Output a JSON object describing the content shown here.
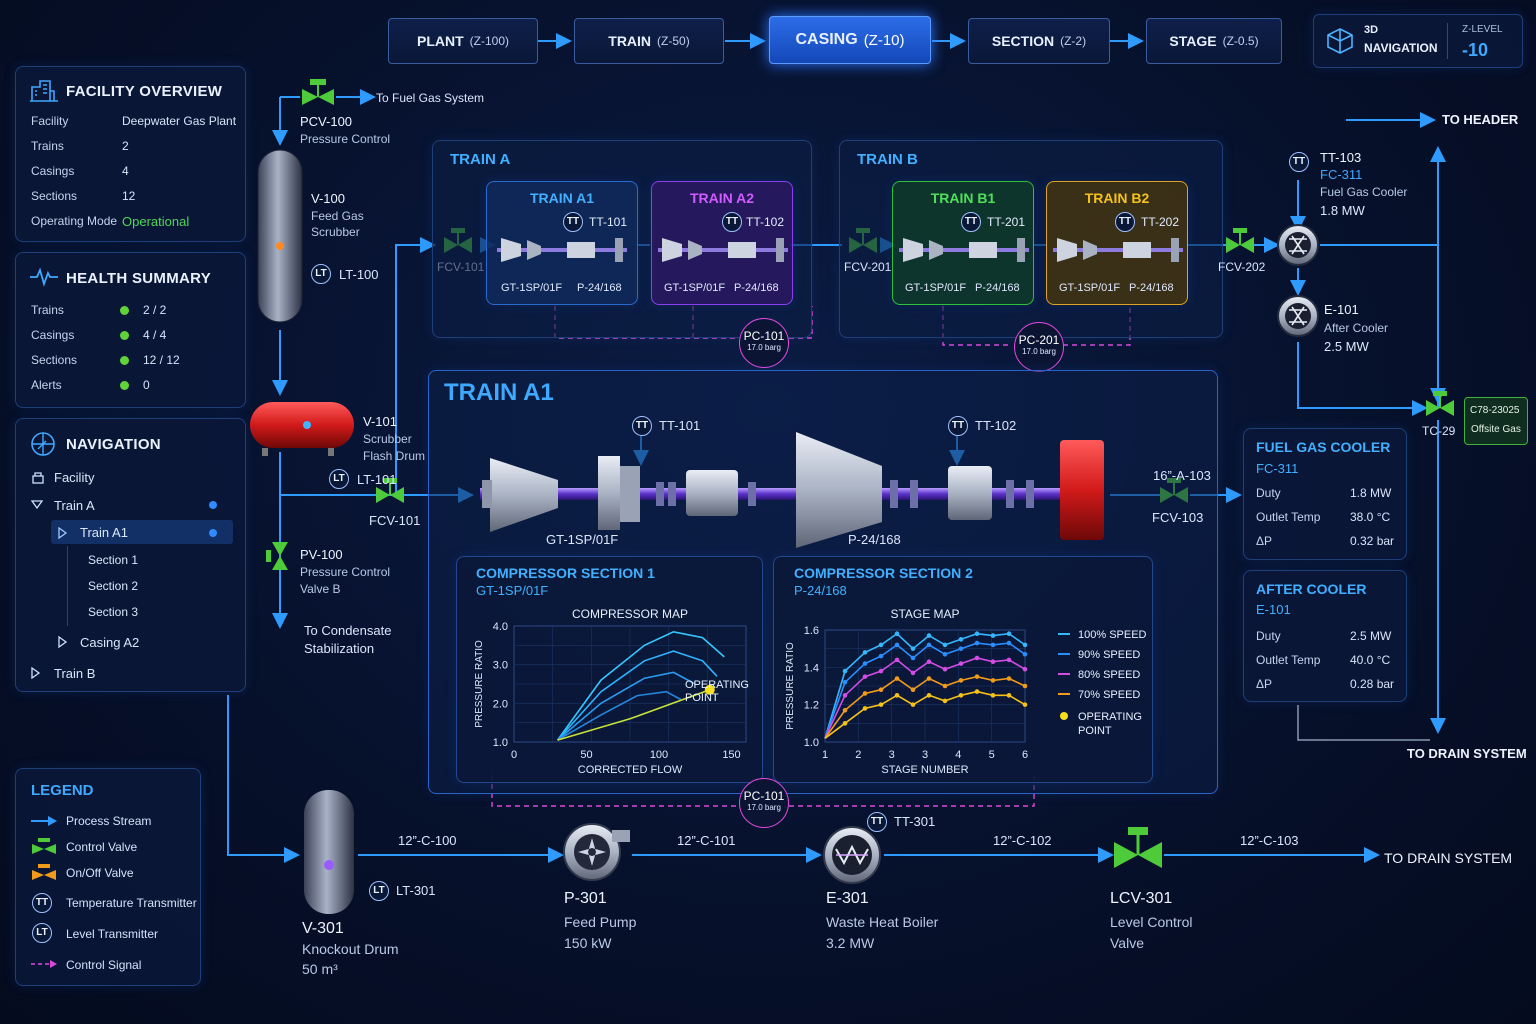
{
  "breadcrumb": [
    {
      "label": "PLANT",
      "z": "(Z-100)"
    },
    {
      "label": "TRAIN",
      "z": "(Z-50)"
    },
    {
      "label": "CASING",
      "z": "(Z-10)"
    },
    {
      "label": "SECTION",
      "z": "(Z-2)"
    },
    {
      "label": "STAGE",
      "z": "(Z-0.5)"
    }
  ],
  "nav3d": {
    "line1": "3D",
    "line2": "NAVIGATION",
    "zlabel": "Z-LEVEL",
    "zvalue": "-10"
  },
  "facility": {
    "title": "FACILITY OVERVIEW",
    "rows": [
      {
        "k": "Facility",
        "v": "Deepwater Gas Plant"
      },
      {
        "k": "Trains",
        "v": "2"
      },
      {
        "k": "Casings",
        "v": "4"
      },
      {
        "k": "Sections",
        "v": "12"
      },
      {
        "k": "Operating Mode",
        "v": "Operational"
      }
    ]
  },
  "health": {
    "title": "HEALTH SUMMARY",
    "rows": [
      {
        "k": "Trains",
        "v": "2 / 2"
      },
      {
        "k": "Casings",
        "v": "4 / 4"
      },
      {
        "k": "Sections",
        "v": "12 / 12"
      },
      {
        "k": "Alerts",
        "v": "0"
      }
    ]
  },
  "navigation": {
    "title": "NAVIGATION",
    "items": [
      "Facility",
      "Train A",
      "Train A1",
      "Section 1",
      "Section 2",
      "Section 3",
      "Casing A2",
      "Train B"
    ]
  },
  "legend": {
    "title": "LEGEND",
    "items": [
      "Process Stream",
      "Control Valve",
      "On/Off Valve",
      "Temperature Transmitter",
      "Level Transmitter",
      "Control Signal"
    ],
    "tt": "TT",
    "lt": "LT"
  },
  "process": {
    "pcv100": {
      "tag": "PCV-100",
      "desc": "Pressure Control",
      "dest": "To Fuel Gas System"
    },
    "v100": {
      "tag": "V-100",
      "desc1": "Feed Gas",
      "desc2": "Scrubber",
      "lt": "LT-100"
    },
    "v101": {
      "tag": "V-101",
      "desc1": "Scrubber",
      "desc2": "Flash Drum",
      "lt": "LT-101"
    },
    "fcv101": "FCV-101",
    "pv100": {
      "tag": "PV-100",
      "desc1": "Pressure Control",
      "desc2": "Valve B"
    },
    "condensate": {
      "l1": "To Condensate",
      "l2": "Stabilization"
    },
    "fcv201": "FCV-201",
    "fcv202": "FCV-202",
    "fcv103": "FCV-103",
    "line103": "16”-A-103",
    "tt103": {
      "tag": "TT-103",
      "fc": "FC-311",
      "desc": "Fuel Gas Cooler",
      "duty": "1.8 MW"
    },
    "e101": {
      "tag": "E-101",
      "desc": "After Cooler",
      "duty": "2.5 MW"
    },
    "toHeader": "TO HEADER",
    "tc29": "TC-29",
    "offsite": {
      "l1": "C78-23025",
      "l2": "Offsite Gas"
    },
    "toDrain1": "TO DRAIN SYSTEM",
    "v301": {
      "tag": "V-301",
      "desc": "Knockout Drum",
      "vol": "50 m³",
      "lt": "LT-301"
    },
    "p301": {
      "tag": "P-301",
      "desc": "Feed Pump",
      "power": "150 kW"
    },
    "e301": {
      "tag": "E-301",
      "desc": "Waste Heat Boiler",
      "duty": "3.2 MW",
      "tt": "TT-301"
    },
    "lcv301": {
      "tag": "LCV-301",
      "desc1": "Level Control",
      "desc2": "Valve"
    },
    "lines": [
      "12”-C-100",
      "12”-C-101",
      "12”-C-102",
      "12”-C-103"
    ],
    "toDrain2": "TO DRAIN SYSTEM"
  },
  "trainA": {
    "title": "TRAIN A",
    "a1": {
      "title": "TRAIN A1",
      "tt": "TT-101",
      "left": "GT-1SP/01F",
      "right": "P-24/168"
    },
    "a2": {
      "title": "TRAIN A2",
      "tt": "TT-102",
      "left": "GT-1SP/01F",
      "right": "P-24/168"
    },
    "pc": {
      "tag": "PC-101",
      "val": "17.0 barg"
    }
  },
  "trainB": {
    "title": "TRAIN B",
    "b1": {
      "title": "TRAIN B1",
      "tt": "TT-201",
      "left": "GT-1SP/01F",
      "right": "P-24/168"
    },
    "b2": {
      "title": "TRAIN B2",
      "tt": "TT-202",
      "left": "GT-1SP/01F",
      "right": "P-24/168"
    },
    "pc": {
      "tag": "PC-201",
      "val": "17.0 barg"
    }
  },
  "detail": {
    "title": "TRAIN A1",
    "tt1": "TT-101",
    "tt2": "TT-102",
    "left": "GT-1SP/01F",
    "right": "P-24/168",
    "pc": {
      "tag": "PC-101",
      "val": "17.0 barg"
    }
  },
  "fgc": {
    "title": "FUEL GAS COOLER",
    "tag": "FC-311",
    "rows": [
      {
        "k": "Duty",
        "v": "1.8 MW"
      },
      {
        "k": "Outlet Temp",
        "v": "38.0 °C"
      },
      {
        "k": "ΔP",
        "v": "0.32 bar"
      }
    ]
  },
  "ac": {
    "title": "AFTER COOLER",
    "tag": "E-101",
    "rows": [
      {
        "k": "Duty",
        "v": "2.5 MW"
      },
      {
        "k": "Outlet Temp",
        "v": "40.0 °C"
      },
      {
        "k": "ΔP",
        "v": "0.28 bar"
      }
    ]
  },
  "cs1": {
    "title": "COMPRESSOR SECTION 1",
    "tag": "GT-1SP/01F"
  },
  "cs2": {
    "title": "COMPRESSOR SECTION 2",
    "tag": "P-24/168"
  },
  "chart_data": [
    {
      "type": "line",
      "title": "COMPRESSOR MAP",
      "xlabel": "CORRECTED FLOW",
      "ylabel": "PRESSURE RATIO",
      "xlim": [
        0,
        160
      ],
      "ylim": [
        1.0,
        4.0
      ],
      "xticks": [
        0,
        50,
        100,
        150
      ],
      "yticks": [
        "1.0",
        "2.0",
        "3.0",
        "4.0"
      ],
      "series": [
        {
          "x": [
            30,
            60,
            90,
            110,
            130,
            145
          ],
          "y": [
            1.05,
            2.6,
            3.5,
            3.85,
            3.7,
            3.2
          ]
        },
        {
          "x": [
            30,
            60,
            90,
            110,
            130,
            140
          ],
          "y": [
            1.05,
            2.3,
            3.1,
            3.35,
            3.1,
            2.7
          ]
        },
        {
          "x": [
            30,
            60,
            90,
            110,
            125
          ],
          "y": [
            1.05,
            2.0,
            2.65,
            2.8,
            2.5
          ]
        },
        {
          "x": [
            30,
            60,
            85,
            105,
            115
          ],
          "y": [
            1.05,
            1.7,
            2.2,
            2.3,
            2.1
          ]
        },
        {
          "x": [
            30,
            80,
            135
          ],
          "y": [
            1.05,
            1.6,
            2.35
          ]
        }
      ],
      "operating_point": {
        "label": "OPERATING POINT",
        "x": 135,
        "y": 2.35
      }
    },
    {
      "type": "line",
      "title": "STAGE MAP",
      "xlabel": "STAGE NUMBER",
      "ylabel": "PRESSURE RATIO",
      "xlim": [
        1,
        6
      ],
      "ylim": [
        1.0,
        1.6
      ],
      "xticks": [
        "1",
        "2",
        "3",
        "3",
        "4",
        "5",
        "6"
      ],
      "yticks": [
        "1.0",
        "1.2",
        "1.4",
        "1.6"
      ],
      "series": [
        {
          "name": "100% SPEED",
          "color": "#35b8ff",
          "x": [
            1,
            1.5,
            2,
            2.4,
            2.8,
            3.2,
            3.6,
            4,
            4.4,
            4.8,
            5.2,
            5.6,
            6
          ],
          "y": [
            1.02,
            1.38,
            1.48,
            1.52,
            1.58,
            1.5,
            1.57,
            1.52,
            1.55,
            1.58,
            1.57,
            1.58,
            1.52
          ]
        },
        {
          "name": "90% SPEED",
          "color": "#2c8dff",
          "x": [
            1,
            1.5,
            2,
            2.4,
            2.8,
            3.2,
            3.6,
            4,
            4.4,
            4.8,
            5.2,
            5.6,
            6
          ],
          "y": [
            1.02,
            1.32,
            1.42,
            1.46,
            1.52,
            1.45,
            1.52,
            1.47,
            1.5,
            1.53,
            1.52,
            1.53,
            1.47
          ]
        },
        {
          "name": "80% SPEED",
          "color": "#d34ce6",
          "x": [
            1,
            1.5,
            2,
            2.4,
            2.8,
            3.2,
            3.6,
            4,
            4.4,
            4.8,
            5.2,
            5.6,
            6
          ],
          "y": [
            1.02,
            1.25,
            1.35,
            1.38,
            1.44,
            1.37,
            1.43,
            1.39,
            1.42,
            1.45,
            1.43,
            1.44,
            1.39
          ]
        },
        {
          "name": "70% SPEED",
          "color": "#f29a1a",
          "x": [
            1,
            1.5,
            2,
            2.4,
            2.8,
            3.2,
            3.6,
            4,
            4.4,
            4.8,
            5.2,
            5.6,
            6
          ],
          "y": [
            1.02,
            1.17,
            1.26,
            1.28,
            1.34,
            1.28,
            1.34,
            1.3,
            1.33,
            1.35,
            1.33,
            1.34,
            1.3
          ]
        },
        {
          "name": "",
          "color": "#f7c218",
          "x": [
            1,
            1.5,
            2,
            2.4,
            2.8,
            3.2,
            3.6,
            4,
            4.4,
            4.8,
            5.2,
            5.6,
            6
          ],
          "y": [
            1.02,
            1.1,
            1.18,
            1.2,
            1.25,
            1.2,
            1.25,
            1.22,
            1.25,
            1.27,
            1.25,
            1.25,
            1.2
          ]
        }
      ],
      "operating_point_label": "OPERATING POINT"
    }
  ]
}
